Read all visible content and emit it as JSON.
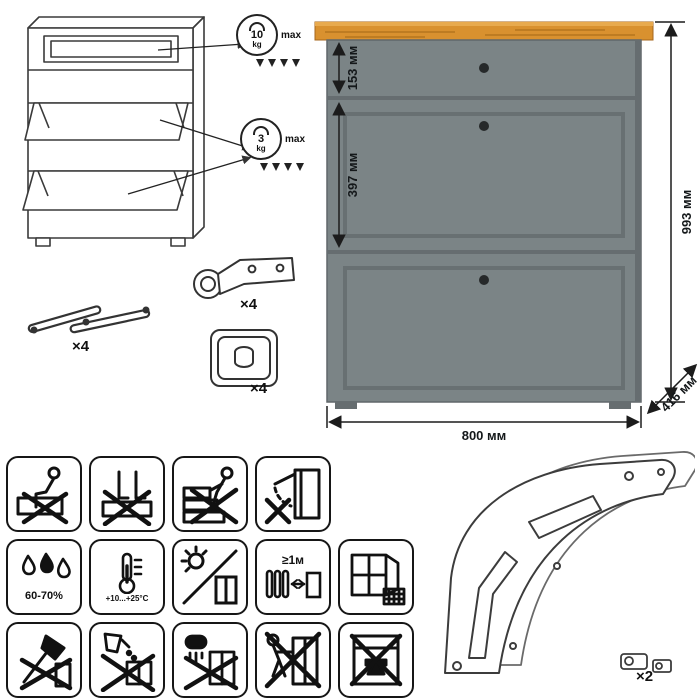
{
  "product": {
    "name": "shoe-cabinet",
    "dim_top_drawer": "153 мм",
    "dim_middle_flap": "397 мм",
    "dim_total_height": "993 мм",
    "dim_width": "800 мм",
    "dim_depth": "416 мм"
  },
  "load_badges": {
    "drawer": {
      "value": "10",
      "unit": "kg",
      "max_label": "max"
    },
    "flap": {
      "value": "3",
      "unit": "kg",
      "max_label": "max"
    }
  },
  "hardware": {
    "stay_qty": "×4",
    "hinge_qty": "×4",
    "foot_qty": "×4",
    "side_panel_qty": "×2"
  },
  "care": {
    "humidity": "60-70%",
    "temperature": "+10...+25°C",
    "min_distance": "≥1м"
  },
  "pictograms": [
    "no-sitting",
    "no-standing",
    "no-climbing-drawers",
    "no-hanging-on-door",
    "humidity-range",
    "temperature-range",
    "avoid-direct-sunlight",
    "min-distance-from-heater",
    "ventilated-room",
    "no-sharp-tools",
    "no-spilling-liquids",
    "no-wet-cleaning",
    "no-moving-loaded",
    "no-heavy-overload"
  ],
  "colors": {
    "wood_top": "#d9912f",
    "wood_edge": "#b5751f",
    "body": "#7b8486",
    "groove": "#666d70",
    "knob": "#26292a",
    "line": "#1c1c1c"
  }
}
